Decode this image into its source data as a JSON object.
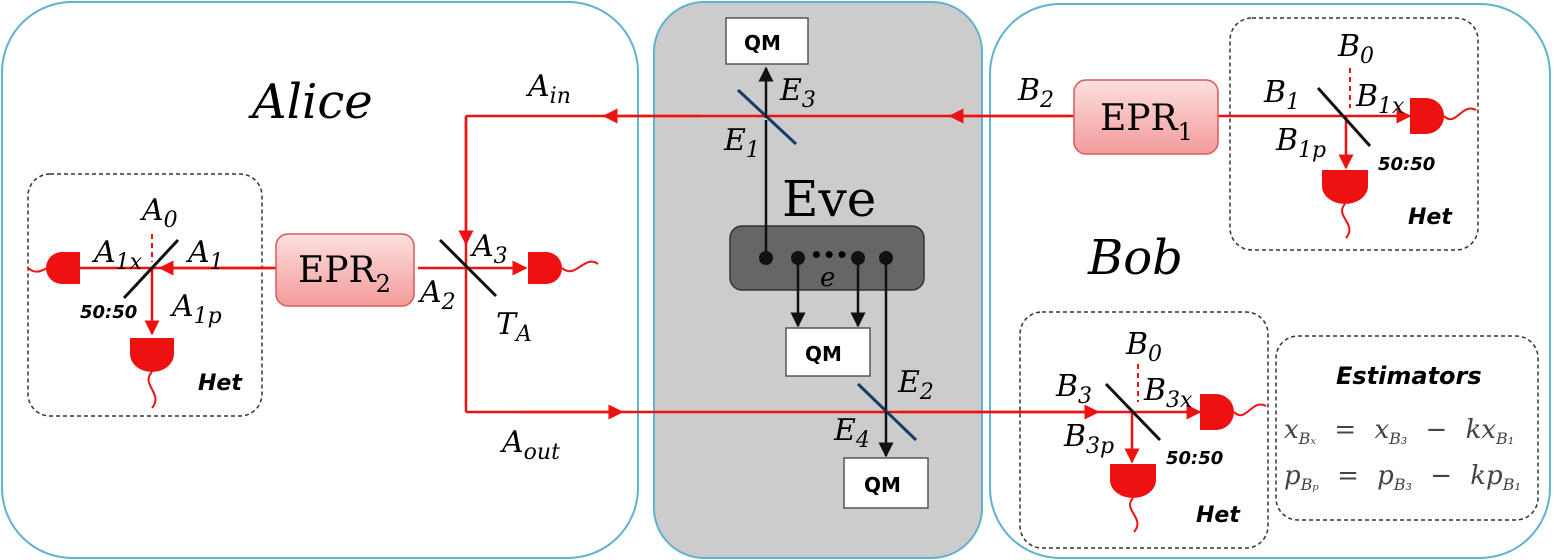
{
  "parties": {
    "alice": "Alice",
    "bob": "Bob",
    "eve": "Eve"
  },
  "sources": {
    "epr1_main": "EPR",
    "epr1_sub": "1",
    "epr2_main": "EPR",
    "epr2_sub": "2"
  },
  "qm": "QM",
  "eve_box": {
    "dots": "•••",
    "e": "e"
  },
  "modes": {
    "A0": {
      "m": "A",
      "s": "0"
    },
    "A1": {
      "m": "A",
      "s": "1"
    },
    "A1x": {
      "m": "A",
      "s": "1x"
    },
    "A1p": {
      "m": "A",
      "s": "1p"
    },
    "A2": {
      "m": "A",
      "s": "2"
    },
    "A3": {
      "m": "A",
      "s": "3"
    },
    "TA": {
      "m": "T",
      "s": "A"
    },
    "Ain": {
      "m": "A",
      "s": "in"
    },
    "Aout": {
      "m": "A",
      "s": "out"
    },
    "E1": {
      "m": "E",
      "s": "1"
    },
    "E2": {
      "m": "E",
      "s": "2"
    },
    "E3": {
      "m": "E",
      "s": "3"
    },
    "E4": {
      "m": "E",
      "s": "4"
    },
    "B0": {
      "m": "B",
      "s": "0"
    },
    "B0b": {
      "m": "B",
      "s": "0"
    },
    "B1": {
      "m": "B",
      "s": "1"
    },
    "B1x": {
      "m": "B",
      "s": "1x"
    },
    "B1p": {
      "m": "B",
      "s": "1p"
    },
    "B2": {
      "m": "B",
      "s": "2"
    },
    "B3": {
      "m": "B",
      "s": "3"
    },
    "B3x": {
      "m": "B",
      "s": "3x"
    },
    "B3p": {
      "m": "B",
      "s": "3p"
    }
  },
  "bs_ratio": "50:50",
  "het": "Het",
  "estimators": {
    "title": "Estimators",
    "eq1": {
      "lhs": "x",
      "lhs_sub": "Bₓ",
      "eq": "=",
      "a": "x",
      "a_sub": "B₃",
      "minus": "−",
      "k": "kx",
      "k_sub": "B₁"
    },
    "eq2": {
      "lhs": "p",
      "lhs_sub": "Bₚ",
      "eq": "=",
      "a": "p",
      "a_sub": "B₃",
      "minus": "−",
      "k": "kp",
      "k_sub": "B₁"
    }
  },
  "colors": {
    "beam": "#ee1111",
    "frame": "#5fb3cc",
    "eve_bg": "#cccccc",
    "eve_device": "#666666",
    "epr_fill": "#f7b0b0",
    "splitter_eve": "#1a3a6a"
  }
}
